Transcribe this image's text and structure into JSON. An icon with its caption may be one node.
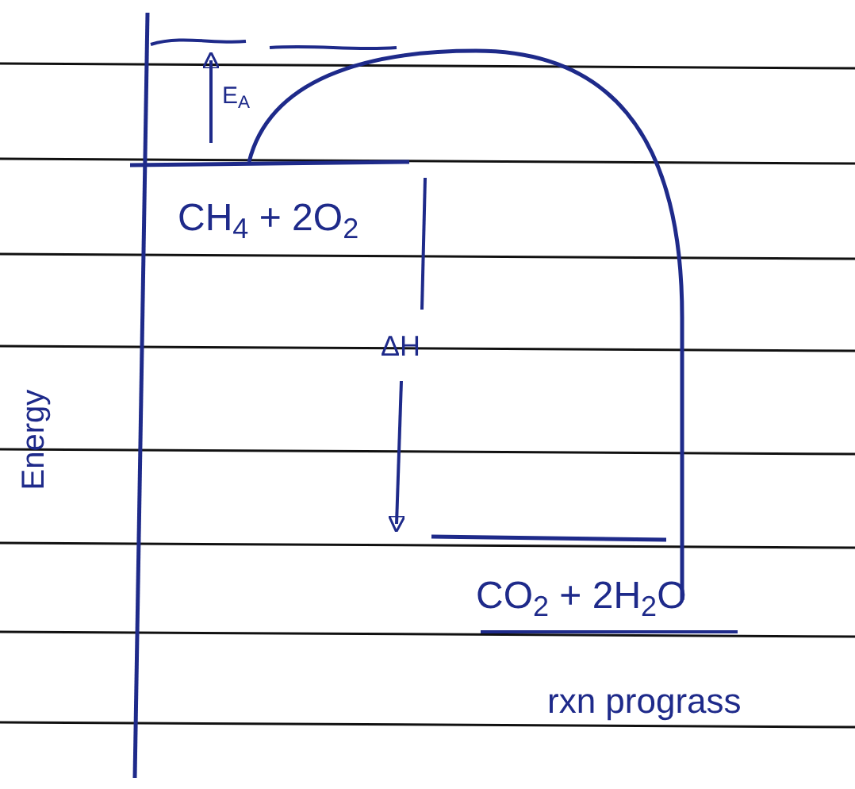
{
  "diagram": {
    "labels": [
      "E$_{A}$",
      "CH$_{4}$ + 2O$_{2}$",
      "ΔH",
      "Energy",
      "CO$_{2}$ + 2H$_{2}$O",
      "rxn prograss"
    ]
  }
}
